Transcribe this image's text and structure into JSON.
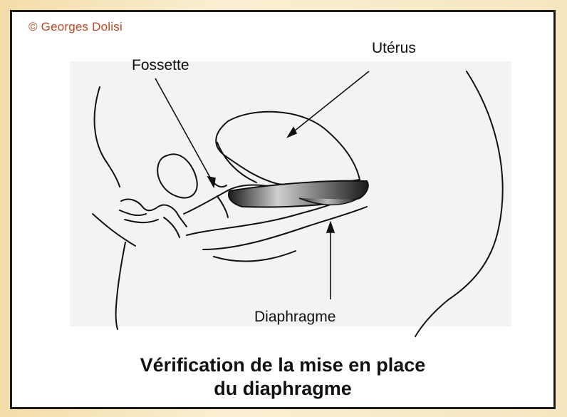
{
  "copyright": "© Georges Dolisi",
  "labels": {
    "fossette": "Fossette",
    "uterus": "Utérus",
    "diaphragme": "Diaphragme"
  },
  "caption": {
    "line1": "Vérification de la mise en place",
    "line2": "du diaphragme"
  },
  "colors": {
    "frame": "#f6e6bd",
    "border": "#1b1b1b",
    "copyright": "#b84a22"
  }
}
